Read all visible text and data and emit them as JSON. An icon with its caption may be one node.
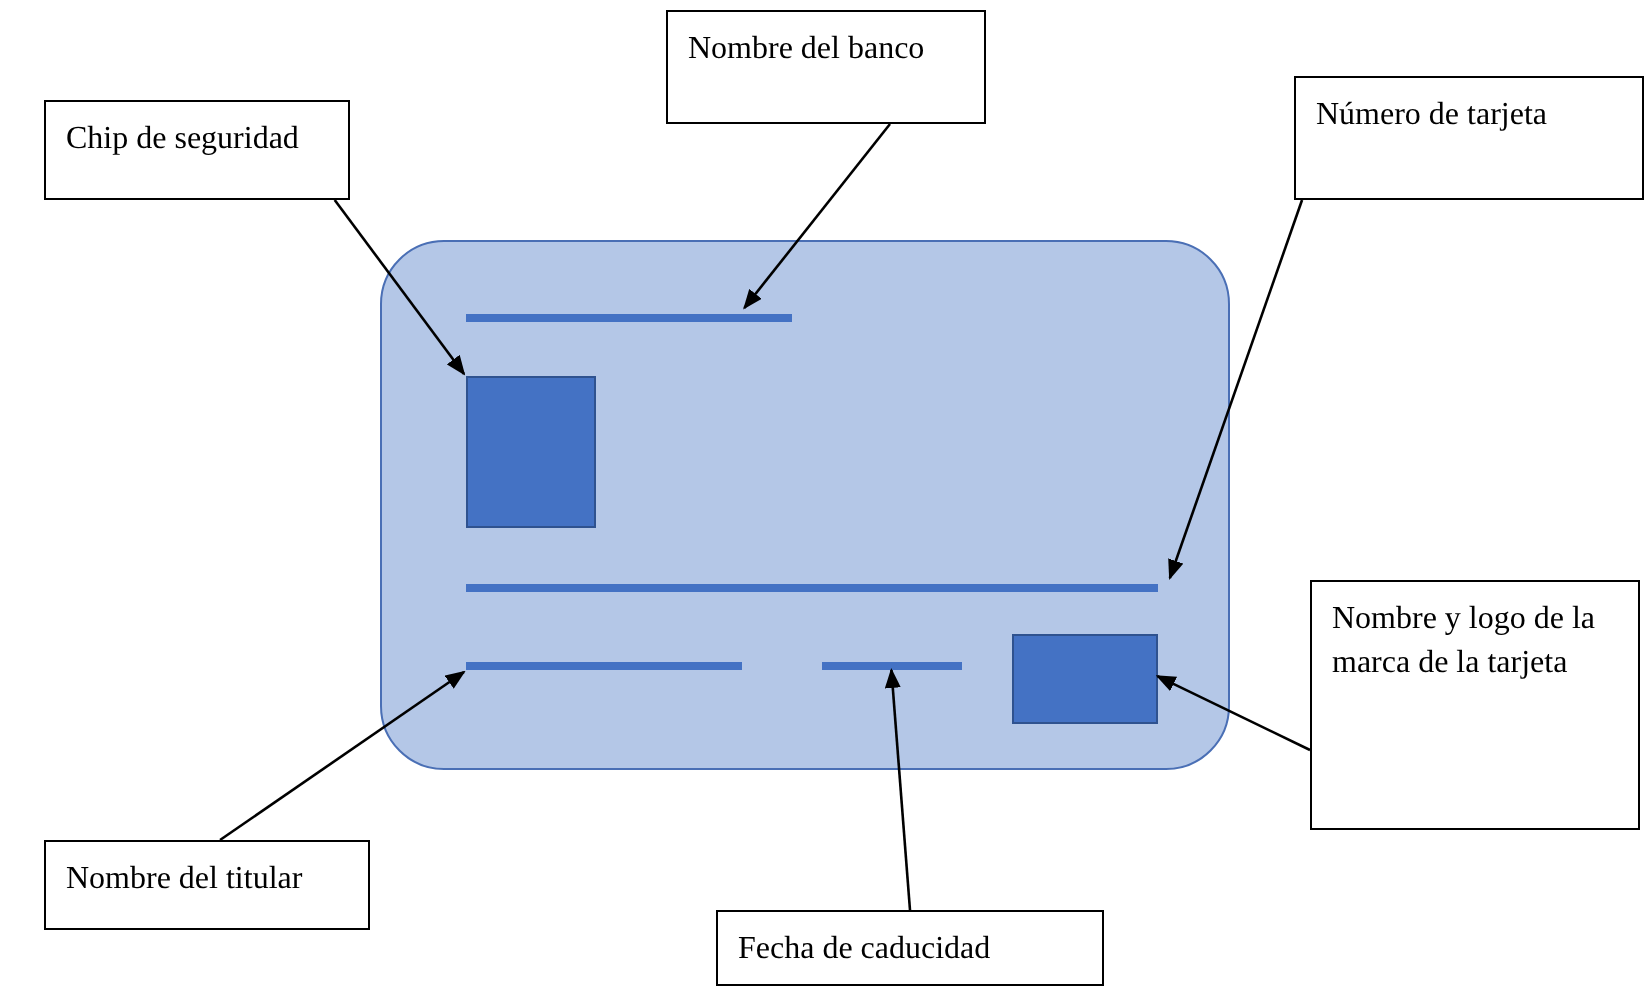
{
  "diagram": {
    "nodes": [
      {
        "text": [
          "Nombre del banco"
        ]
      },
      {
        "text": [
          "Chip de seguridad"
        ]
      },
      {
        "text": [
          "Número de tarjeta"
        ]
      },
      {
        "text": [],
        "shape": "box"
      },
      {
        "text": [],
        "shape": "bar",
        "in": 3
      },
      {
        "text": [],
        "shape": "box",
        "in": 3
      },
      {
        "text": [],
        "shape": "bar",
        "in": 3
      },
      {
        "text": [],
        "shape": "bar",
        "in": 3
      },
      {
        "text": [],
        "shape": "bar",
        "in": 3
      },
      {
        "text": [],
        "shape": "box",
        "in": 3
      },
      {
        "text": [
          "Nombre y logo de la marca de la tarjeta"
        ]
      },
      {
        "text": [
          "Nombre del titular"
        ]
      },
      {
        "text": [
          "Fecha de caducidad"
        ]
      }
    ],
    "edges": [
      {
        "from": 0,
        "to": 4,
        "arrow": "to"
      },
      {
        "from": 1,
        "to": 5,
        "arrow": "to"
      },
      {
        "from": 2,
        "to": 6,
        "arrow": "to"
      },
      {
        "from": 10,
        "to": 9,
        "arrow": "to"
      },
      {
        "from": 11,
        "to": 7,
        "arrow": "to"
      },
      {
        "from": 12,
        "to": 8,
        "arrow": "to"
      }
    ]
  }
}
